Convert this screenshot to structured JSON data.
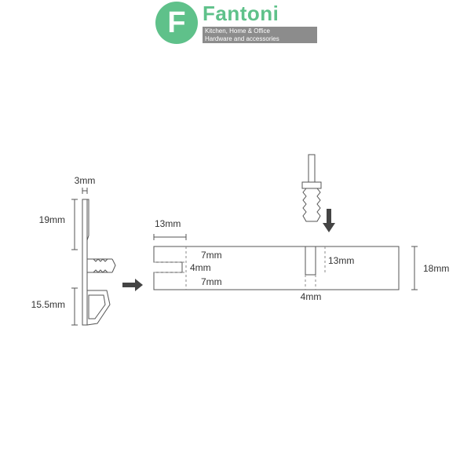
{
  "logo": {
    "letter": "F",
    "name": "Fantoni",
    "tagline_1": "Kitchen, Home & Office",
    "tagline_2": "Hardware and accessories",
    "brand_color": "#5fc18a",
    "band_color": "#8c8c8c"
  },
  "profile_labels": {
    "thickness": "3mm",
    "upper_height": "19mm",
    "lower_height": "15.5mm"
  },
  "panel_labels": {
    "groove_depth": "13mm",
    "upper_lip": "7mm",
    "groove_width": "4mm",
    "lower_lip": "7mm",
    "slot_depth": "13mm",
    "panel_thickness": "18mm",
    "slot_width": "4mm"
  },
  "colors": {
    "line": "#555555",
    "arrow": "#444444"
  }
}
